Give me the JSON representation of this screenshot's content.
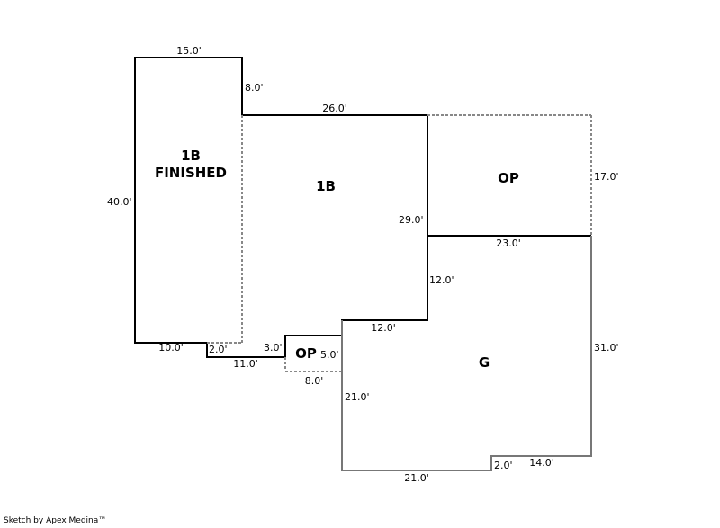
{
  "areas": {
    "finished": [
      "1B",
      "FINISHED"
    ],
    "main": "1B",
    "porch_large": "OP",
    "porch_small": "OP",
    "garage": "G"
  },
  "dimensions": {
    "d1": "15.0'",
    "d2": "8.0'",
    "d3": "26.0'",
    "d4": "40.0'",
    "d5": "17.0'",
    "d6": "29.0'",
    "d7": "23.0'",
    "d8": "12.0'",
    "d9": "31.0'",
    "d10": "10.0'",
    "d11": "2.0'",
    "d12": "3.0'",
    "d13": "12.0'",
    "d14": "5.0'",
    "d15": "11.0'",
    "d16": "8.0'",
    "d17": "21.0'",
    "d18": "21.0'",
    "d19": "2.0'",
    "d20": "14.0'"
  },
  "credit": "Sketch by Apex Medina™",
  "colors": {
    "wall": "#000000",
    "garage": "#777777",
    "open": "#888888"
  }
}
